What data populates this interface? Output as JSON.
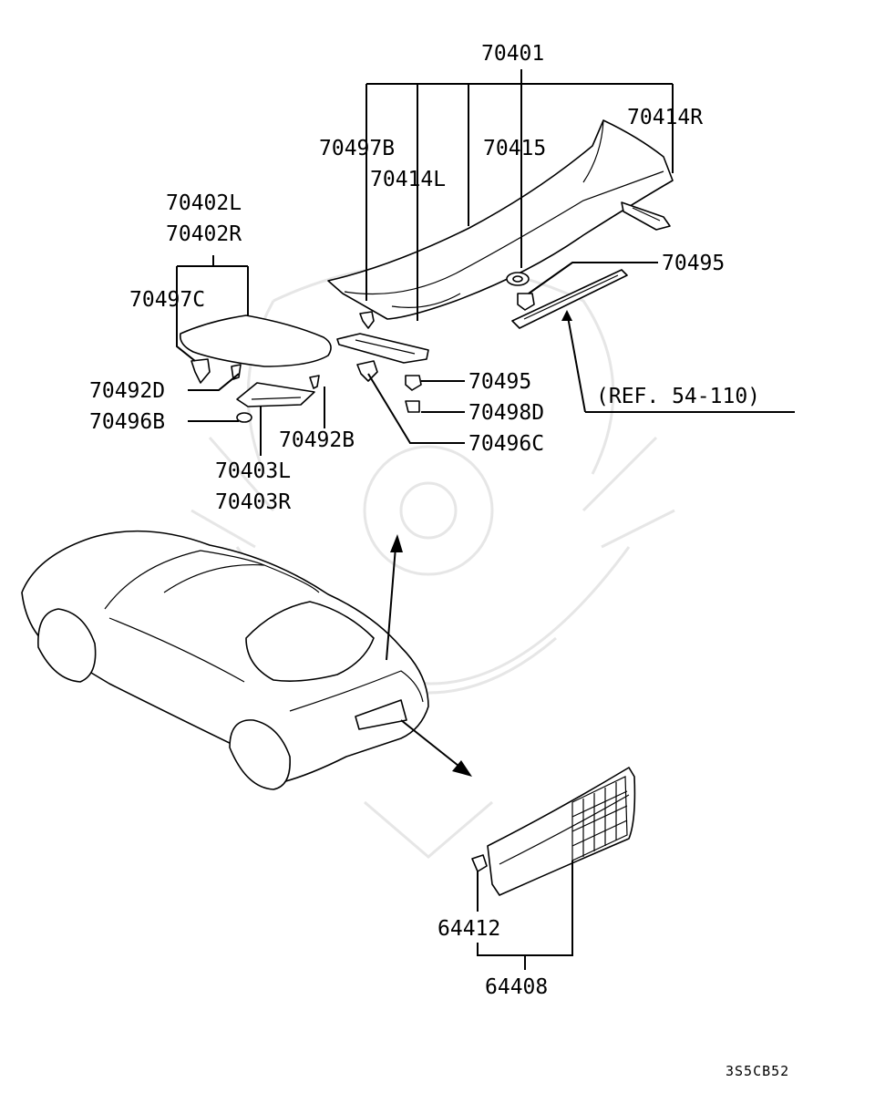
{
  "labels": {
    "p70401": "70401",
    "p70414R": "70414R",
    "p70497B": "70497B",
    "p70415": "70415",
    "p70414L": "70414L",
    "p70402L": "70402L",
    "p70402R": "70402R",
    "p70495a": "70495",
    "p70497C": "70497C",
    "p70492D": "70492D",
    "p70495b": "70495",
    "p70498D": "70498D",
    "p70496B": "70496B",
    "p70492B": "70492B",
    "p70496C": "70496C",
    "ref": "(REF. 54-110)",
    "p70403L": "70403L",
    "p70403R": "70403R",
    "p64412": "64412",
    "p64408": "64408"
  },
  "diagram_code": "3S5CB52"
}
